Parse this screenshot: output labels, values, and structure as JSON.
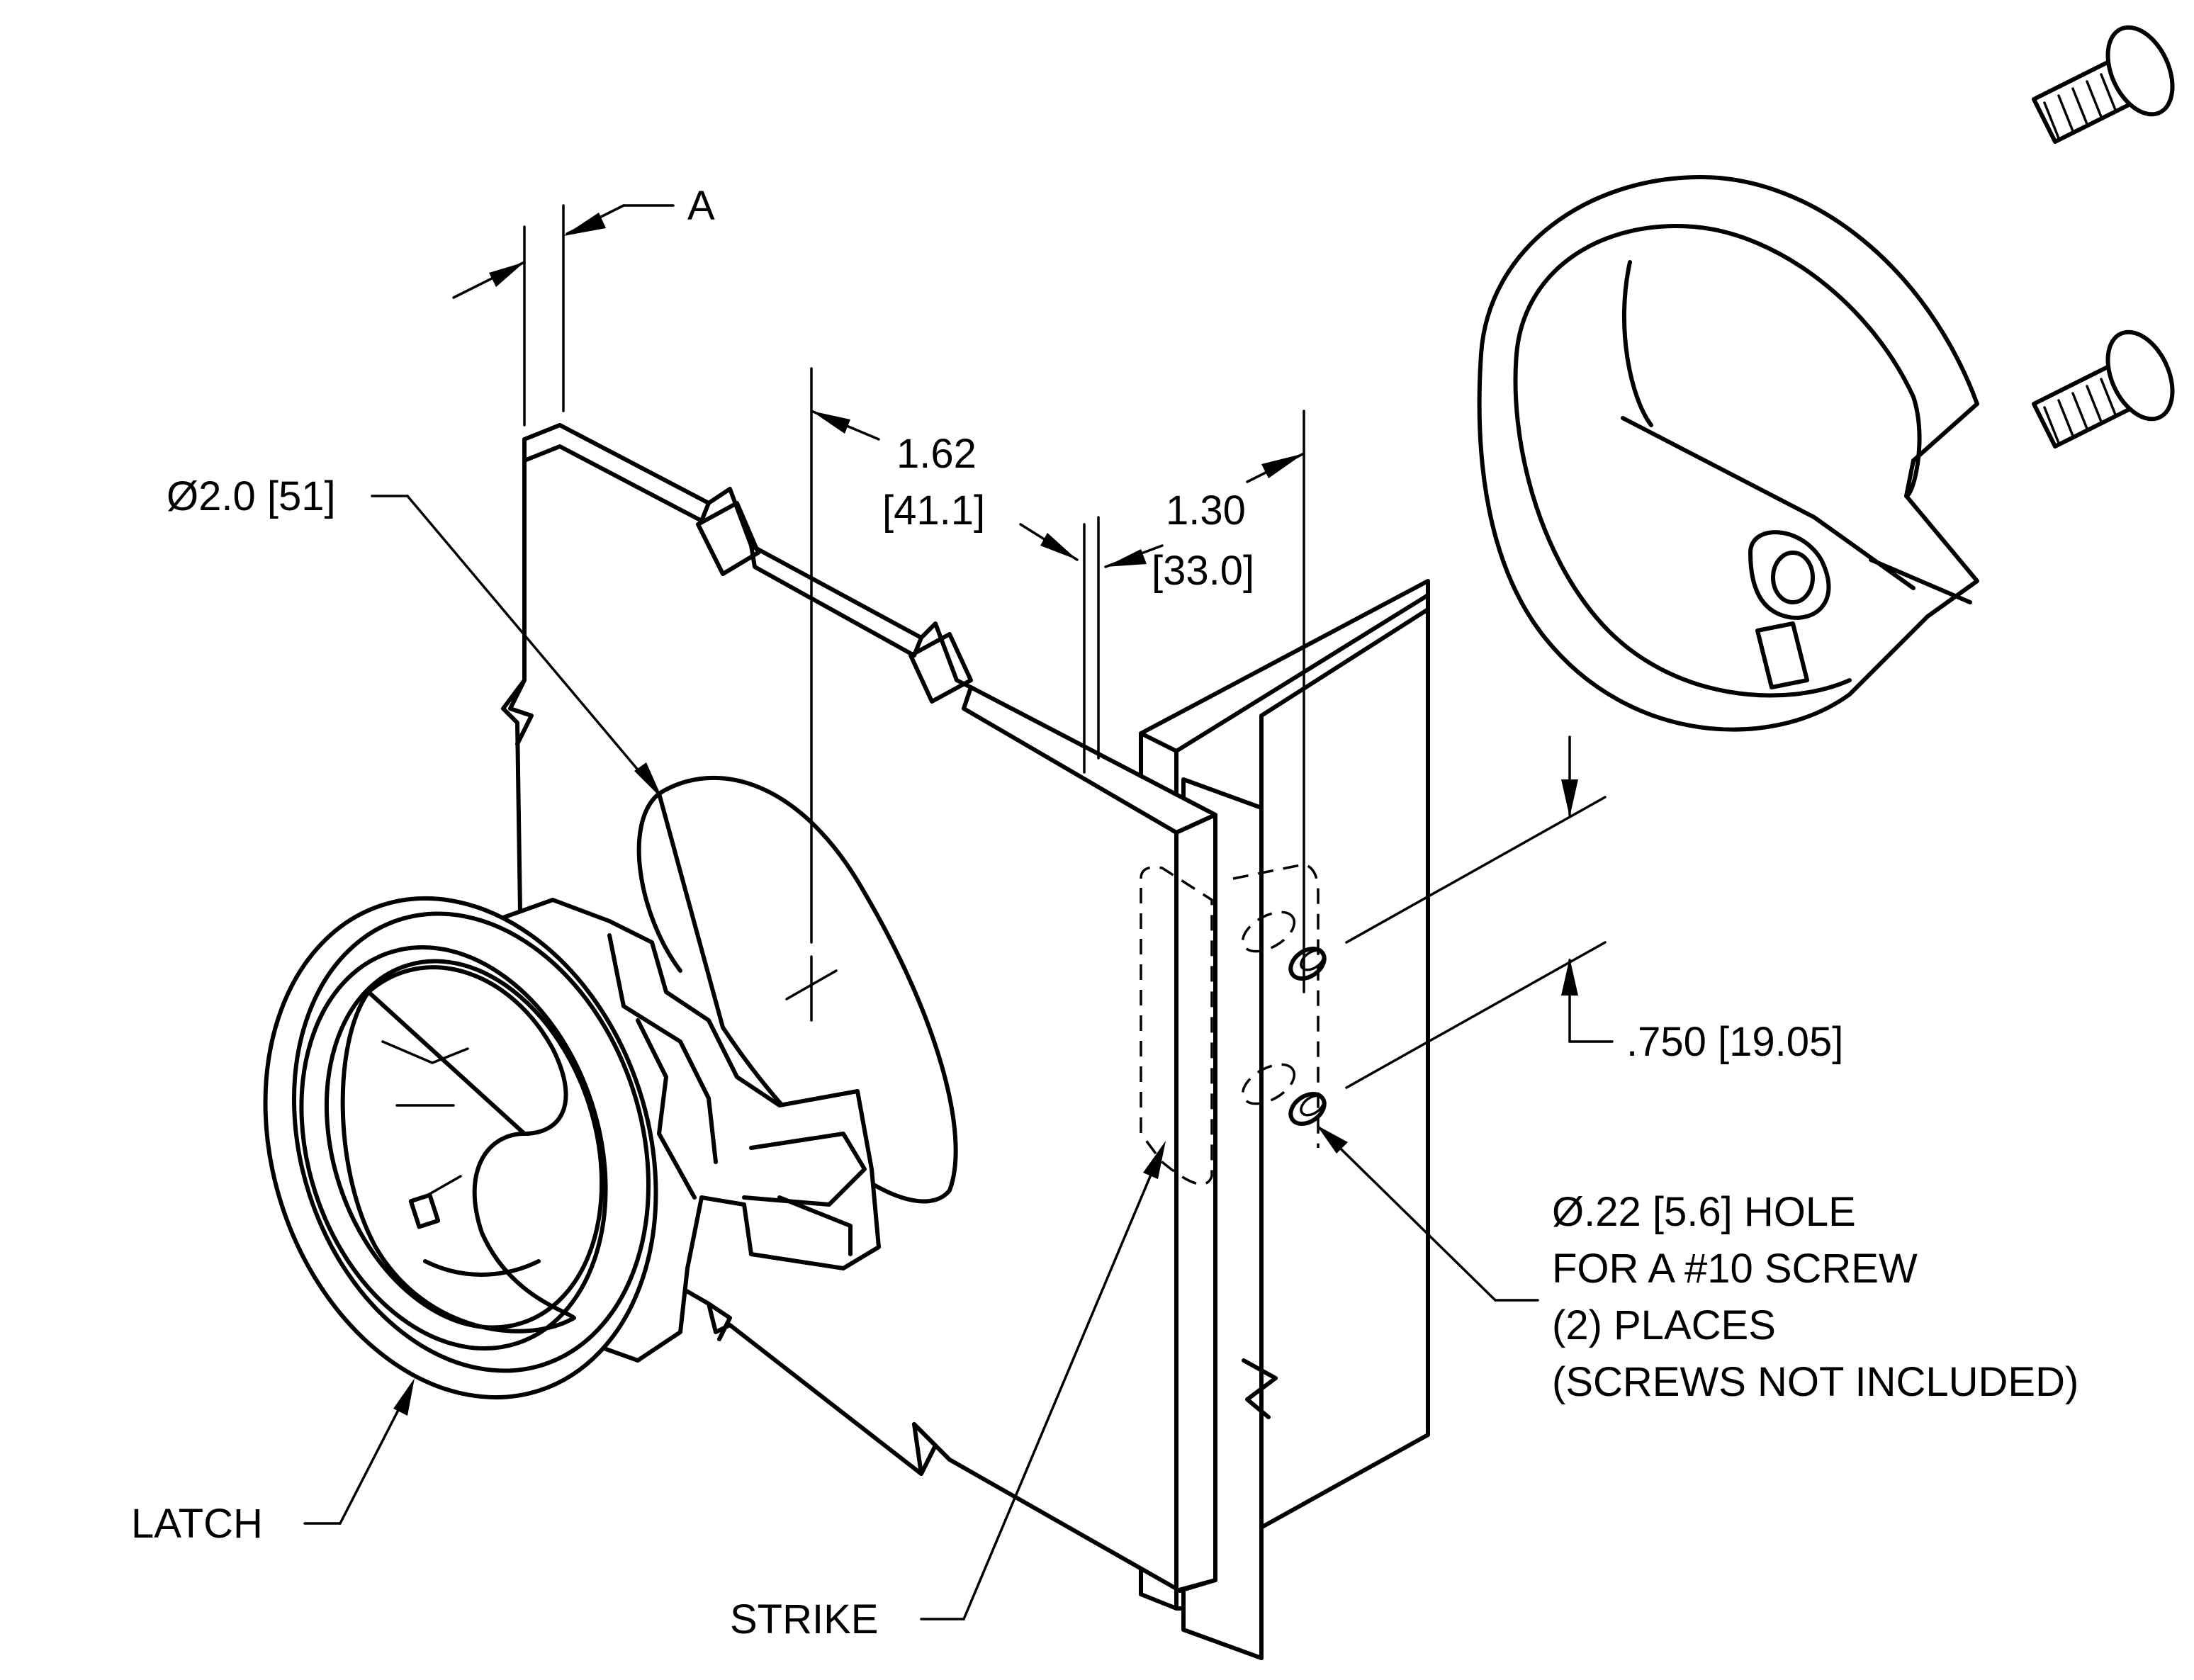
{
  "labels": {
    "dim_a": "A",
    "dim_diameter": "Ø2.0 [51]",
    "dim_162_in": "1.62",
    "dim_162_mm": "[41.1]",
    "dim_130_in": "1.30",
    "dim_130_mm": "[33.0]",
    "dim_750": ".750 [19.05]",
    "hole_note_line1": "Ø.22 [5.6] HOLE",
    "hole_note_line2": "FOR A #10 SCREW",
    "hole_note_line3": "(2) PLACES",
    "hole_note_line4": "(SCREWS NOT INCLUDED)",
    "latch": "LATCH",
    "strike": "STRIKE"
  },
  "colors": {
    "line": "#000000",
    "background": "#ffffff"
  }
}
